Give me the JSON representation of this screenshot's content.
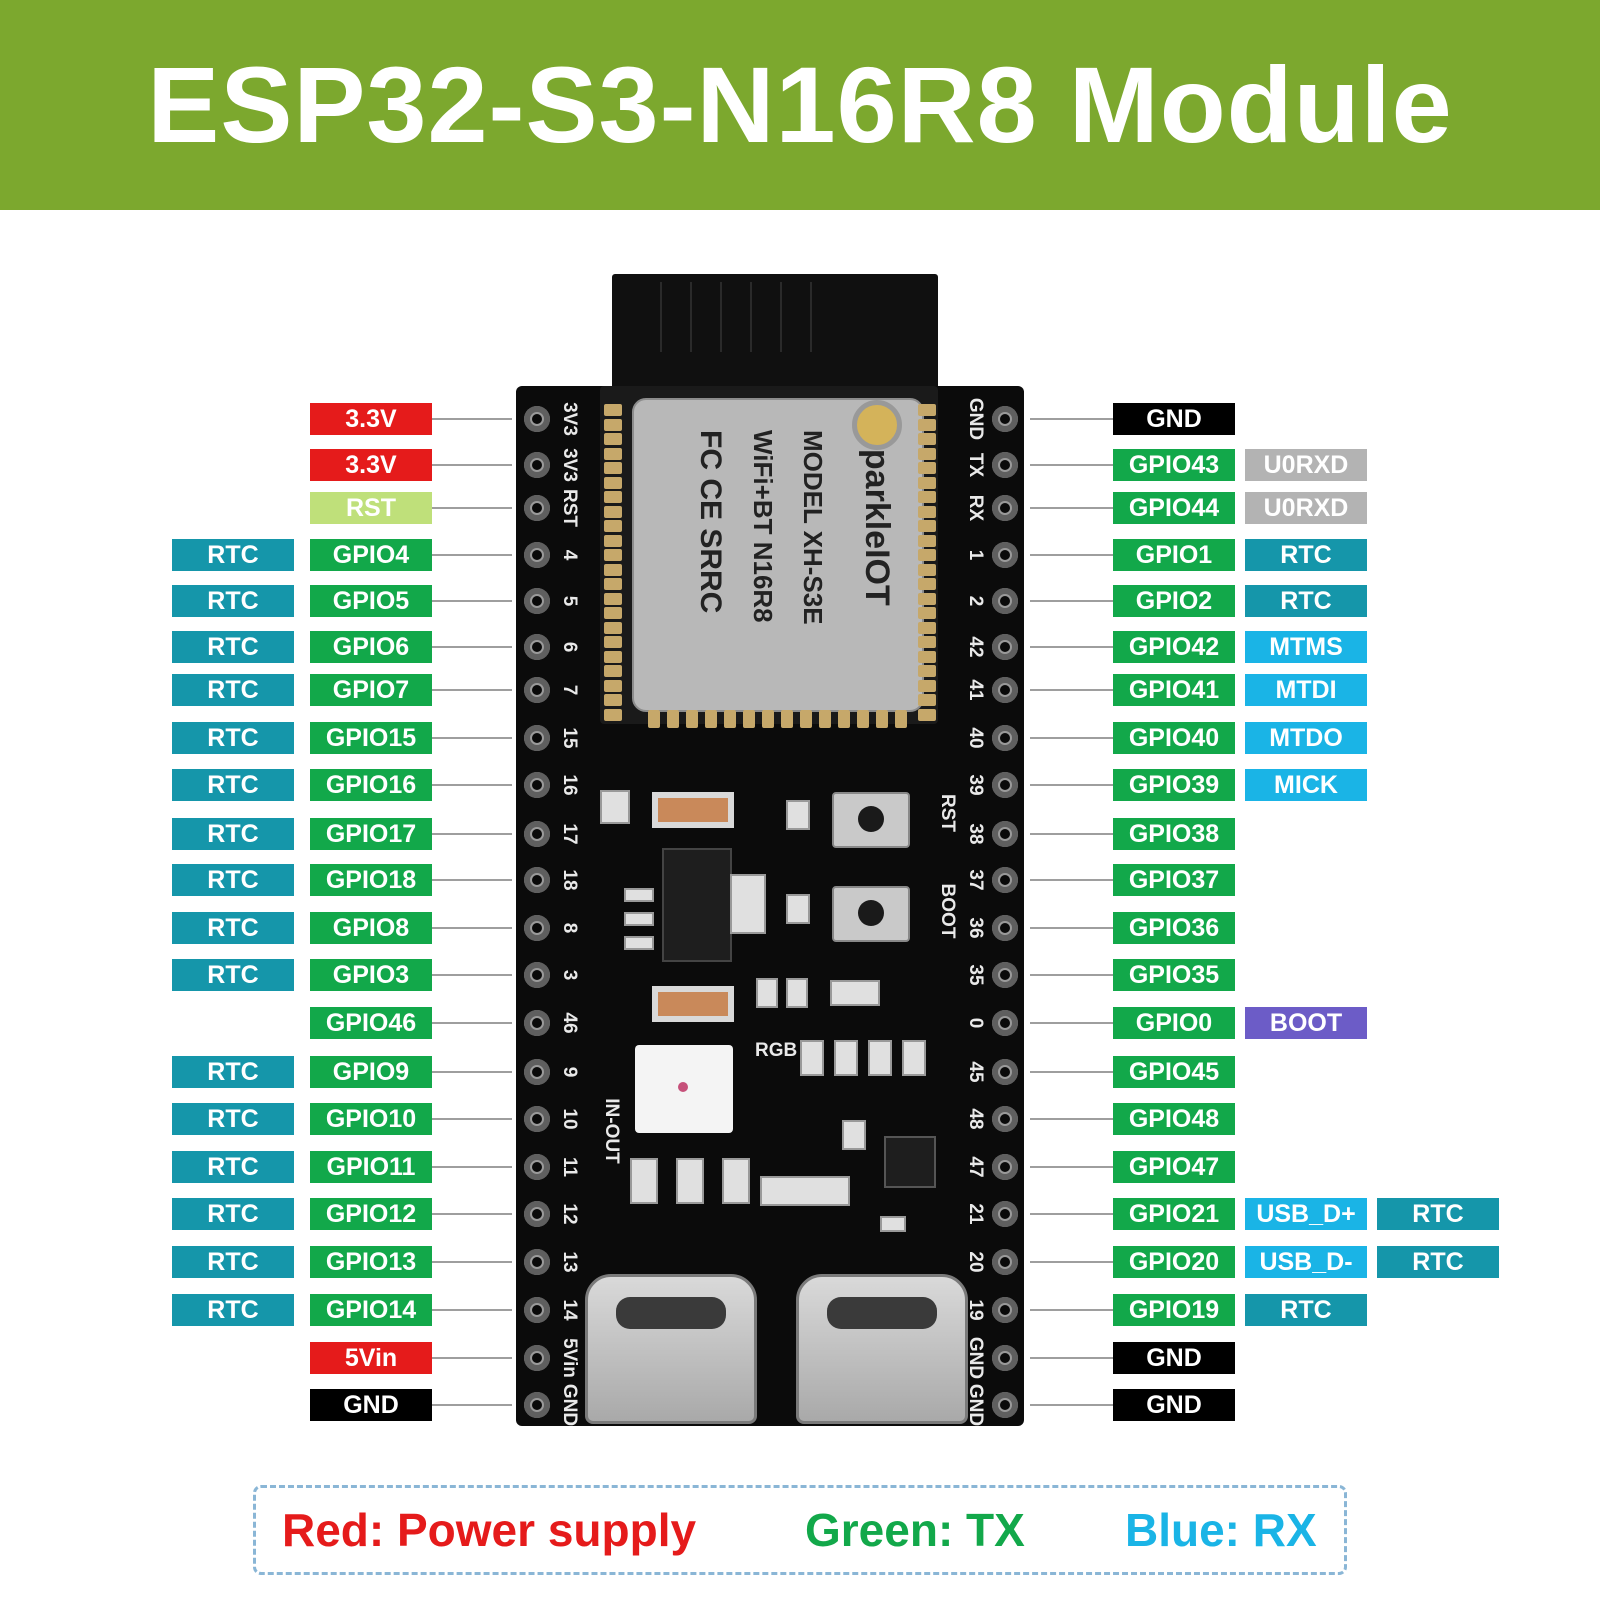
{
  "title": "ESP32-S3-N16R8 Module",
  "colors": {
    "header_green": "#7ca82e",
    "power_red": "#e51b1b",
    "gpio_green": "#12a84a",
    "rtc_teal": "#1596aa",
    "rx_blue": "#1ab4e6",
    "uart_gray": "#b3b3b3",
    "rst_lime": "#bfe07a",
    "boot_purple": "#6c5cc7",
    "gnd_black": "#000000"
  },
  "module_markings": {
    "brand": "sparkleIOT",
    "model": "MODEL XH-S3E",
    "variant": "WiFi+BT N16R8",
    "certs": "FC CE SRRC"
  },
  "board_labels": {
    "rst_button": "RST",
    "boot_button": "BOOT",
    "rgb": "RGB",
    "in_out": "IN-OUT"
  },
  "left_pins": [
    {
      "silk": "3V3",
      "name": "3.3V",
      "type": "power",
      "extra": ""
    },
    {
      "silk": "3V3",
      "name": "3.3V",
      "type": "power",
      "extra": ""
    },
    {
      "silk": "RST",
      "name": "RST",
      "type": "rst",
      "extra": ""
    },
    {
      "silk": "4",
      "name": "GPIO4",
      "type": "gpio",
      "extra": "RTC"
    },
    {
      "silk": "5",
      "name": "GPIO5",
      "type": "gpio",
      "extra": "RTC"
    },
    {
      "silk": "6",
      "name": "GPIO6",
      "type": "gpio",
      "extra": "RTC"
    },
    {
      "silk": "7",
      "name": "GPIO7",
      "type": "gpio",
      "extra": "RTC"
    },
    {
      "silk": "15",
      "name": "GPIO15",
      "type": "gpio",
      "extra": "RTC"
    },
    {
      "silk": "16",
      "name": "GPIO16",
      "type": "gpio",
      "extra": "RTC"
    },
    {
      "silk": "17",
      "name": "GPIO17",
      "type": "gpio",
      "extra": "RTC"
    },
    {
      "silk": "18",
      "name": "GPIO18",
      "type": "gpio",
      "extra": "RTC"
    },
    {
      "silk": "8",
      "name": "GPIO8",
      "type": "gpio",
      "extra": "RTC"
    },
    {
      "silk": "3",
      "name": "GPIO3",
      "type": "gpio",
      "extra": "RTC"
    },
    {
      "silk": "46",
      "name": "GPIO46",
      "type": "gpio",
      "extra": ""
    },
    {
      "silk": "9",
      "name": "GPIO9",
      "type": "gpio",
      "extra": "RTC"
    },
    {
      "silk": "10",
      "name": "GPIO10",
      "type": "gpio",
      "extra": "RTC"
    },
    {
      "silk": "11",
      "name": "GPIO11",
      "type": "gpio",
      "extra": "RTC"
    },
    {
      "silk": "12",
      "name": "GPIO12",
      "type": "gpio",
      "extra": "RTC"
    },
    {
      "silk": "13",
      "name": "GPIO13",
      "type": "gpio",
      "extra": "RTC"
    },
    {
      "silk": "14",
      "name": "GPIO14",
      "type": "gpio",
      "extra": "RTC"
    },
    {
      "silk": "5Vin",
      "name": "5Vin",
      "type": "power",
      "extra": ""
    },
    {
      "silk": "GND",
      "name": "GND",
      "type": "gnd",
      "extra": ""
    }
  ],
  "right_pins": [
    {
      "silk": "GND",
      "name": "GND",
      "type": "gnd",
      "extra": "",
      "extra_type": "",
      "extra2": ""
    },
    {
      "silk": "TX",
      "name": "GPIO43",
      "type": "gpio",
      "extra": "U0RXD",
      "extra_type": "uart",
      "extra2": ""
    },
    {
      "silk": "RX",
      "name": "GPIO44",
      "type": "gpio",
      "extra": "U0RXD",
      "extra_type": "uart",
      "extra2": ""
    },
    {
      "silk": "1",
      "name": "GPIO1",
      "type": "gpio",
      "extra": "RTC",
      "extra_type": "rtc",
      "extra2": ""
    },
    {
      "silk": "2",
      "name": "GPIO2",
      "type": "gpio",
      "extra": "RTC",
      "extra_type": "rtc",
      "extra2": ""
    },
    {
      "silk": "42",
      "name": "GPIO42",
      "type": "gpio",
      "extra": "MTMS",
      "extra_type": "rx",
      "extra2": ""
    },
    {
      "silk": "41",
      "name": "GPIO41",
      "type": "gpio",
      "extra": "MTDI",
      "extra_type": "rx",
      "extra2": ""
    },
    {
      "silk": "40",
      "name": "GPIO40",
      "type": "gpio",
      "extra": "MTDO",
      "extra_type": "rx",
      "extra2": ""
    },
    {
      "silk": "39",
      "name": "GPIO39",
      "type": "gpio",
      "extra": "MICK",
      "extra_type": "rx",
      "extra2": ""
    },
    {
      "silk": "38",
      "name": "GPIO38",
      "type": "gpio",
      "extra": "",
      "extra_type": "",
      "extra2": ""
    },
    {
      "silk": "37",
      "name": "GPIO37",
      "type": "gpio",
      "extra": "",
      "extra_type": "",
      "extra2": ""
    },
    {
      "silk": "36",
      "name": "GPIO36",
      "type": "gpio",
      "extra": "",
      "extra_type": "",
      "extra2": ""
    },
    {
      "silk": "35",
      "name": "GPIO35",
      "type": "gpio",
      "extra": "",
      "extra_type": "",
      "extra2": ""
    },
    {
      "silk": "0",
      "name": "GPIO0",
      "type": "gpio",
      "extra": "BOOT",
      "extra_type": "boot",
      "extra2": ""
    },
    {
      "silk": "45",
      "name": "GPIO45",
      "type": "gpio",
      "extra": "",
      "extra_type": "",
      "extra2": ""
    },
    {
      "silk": "48",
      "name": "GPIO48",
      "type": "gpio",
      "extra": "",
      "extra_type": "",
      "extra2": ""
    },
    {
      "silk": "47",
      "name": "GPIO47",
      "type": "gpio",
      "extra": "",
      "extra_type": "",
      "extra2": ""
    },
    {
      "silk": "21",
      "name": "GPIO21",
      "type": "gpio",
      "extra": "USB_D+",
      "extra_type": "rx",
      "extra2": "RTC"
    },
    {
      "silk": "20",
      "name": "GPIO20",
      "type": "gpio",
      "extra": "USB_D-",
      "extra_type": "rx",
      "extra2": "RTC"
    },
    {
      "silk": "19",
      "name": "GPIO19",
      "type": "gpio",
      "extra": "RTC",
      "extra_type": "rtc",
      "extra2": ""
    },
    {
      "silk": "GND",
      "name": "GND",
      "type": "gnd",
      "extra": "",
      "extra_type": "",
      "extra2": ""
    },
    {
      "silk": "GND",
      "name": "GND",
      "type": "gnd",
      "extra": "",
      "extra_type": "",
      "extra2": ""
    }
  ],
  "legend": [
    {
      "text": "Red: Power supply",
      "color": "#e51b1b"
    },
    {
      "text": "Green: TX",
      "color": "#12a84a"
    },
    {
      "text": "Blue: RX",
      "color": "#1ab4e6"
    }
  ]
}
